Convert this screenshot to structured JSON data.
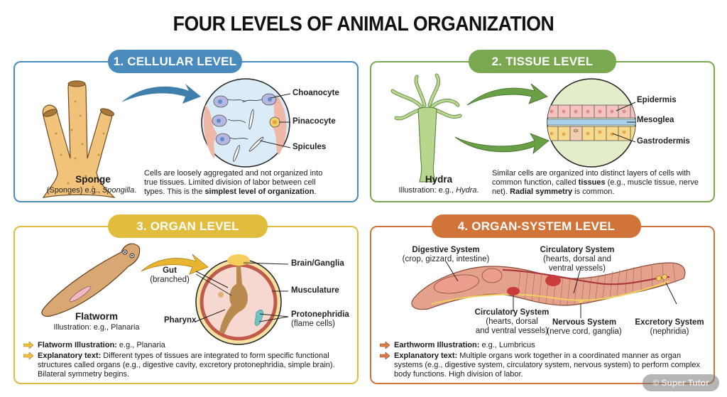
{
  "title": "FOUR LEVELS OF ANIMAL ORGANIZATION",
  "colors": {
    "cellular": "#4a8bbd",
    "tissue": "#7aa851",
    "organ": "#e2bc3c",
    "organ_system": "#d1743a"
  },
  "panels": [
    {
      "heading": "1. CELLULAR LEVEL",
      "organism": "Sponge",
      "caption_prefix": "(Sponges) e.g., ",
      "caption_italic": "Spongilla",
      "caption_suffix": ".",
      "labels": [
        "Choanocyte",
        "Pinacocyte",
        "Spicules"
      ],
      "description_pre": "Cells are loosely aggregated and not organized into true tissues. Limited division of labor between cell types. This is the ",
      "description_bold": "simplest level of organization",
      "description_post": "."
    },
    {
      "heading": "2. TISSUE LEVEL",
      "organism": "Hydra",
      "caption_prefix": "Illustration: e.g., ",
      "caption_italic": "Hydra",
      "caption_suffix": ".",
      "labels": [
        "Epidermis",
        "Mesoglea",
        "Gastrodermis"
      ],
      "description_pre": "Similar cells are organized into distinct layers of cells with common function, called ",
      "description_bold": "tissues",
      "description_mid": " (e.g., muscle tissue, nerve net). ",
      "description_bold2": "Radial symmetry",
      "description_post": " is common."
    },
    {
      "heading": "3. ORGAN LEVEL",
      "organism": "Flatworm",
      "caption": "Illustration: e.g., Planaria",
      "labels": {
        "brain": "Brain/Ganglia",
        "gut": "Gut",
        "gut_sub": "(branched)",
        "musculature": "Musculature",
        "pharynx": "Pharynx",
        "protonephridia": "Protonephridia",
        "protonephridia_sub": "(flame cells)"
      },
      "bullets": [
        {
          "bold": "Flatworm Illustration:",
          "text": " e.g., Planaria"
        },
        {
          "bold": "Explanatory text:",
          "text": " Different types of tissues are integrated to form specific functional structures called organs (e.g., digestive cavity, excretory protonephridia, simple brain). Bilateral symmetry begins."
        }
      ]
    },
    {
      "heading": "4. ORGAN-SYSTEM LEVEL",
      "labels": {
        "digestive": "Digestive System",
        "digestive_sub": "(crop, gizzard, intestine)",
        "circ_top": "Circulatory System",
        "circ_top_sub1": "(hearts, dorsal and",
        "circ_top_sub2": "ventral vessels)",
        "circ_bottom": "Circulatory System",
        "circ_bottom_sub1": "(hearts, dorsal",
        "circ_bottom_sub2": "and ventral vessels)",
        "nervous": "Nervous System",
        "nervous_sub": "(nerve cord, ganglia)",
        "excretory": "Excretory System",
        "excretory_sub": "(nephridia)"
      },
      "bullets": [
        {
          "bold": "Earthworm Illustration:",
          "text": " e.g., Lumbricus"
        },
        {
          "bold": "Explanatory text:",
          "text": " Multiple organs work together in a coordinated manner as organ systems (e.g., digestive system, circulatory system, nervous system) to perform complex body functions. High division of labor."
        }
      ]
    }
  ],
  "watermark": "© Super Tutor"
}
